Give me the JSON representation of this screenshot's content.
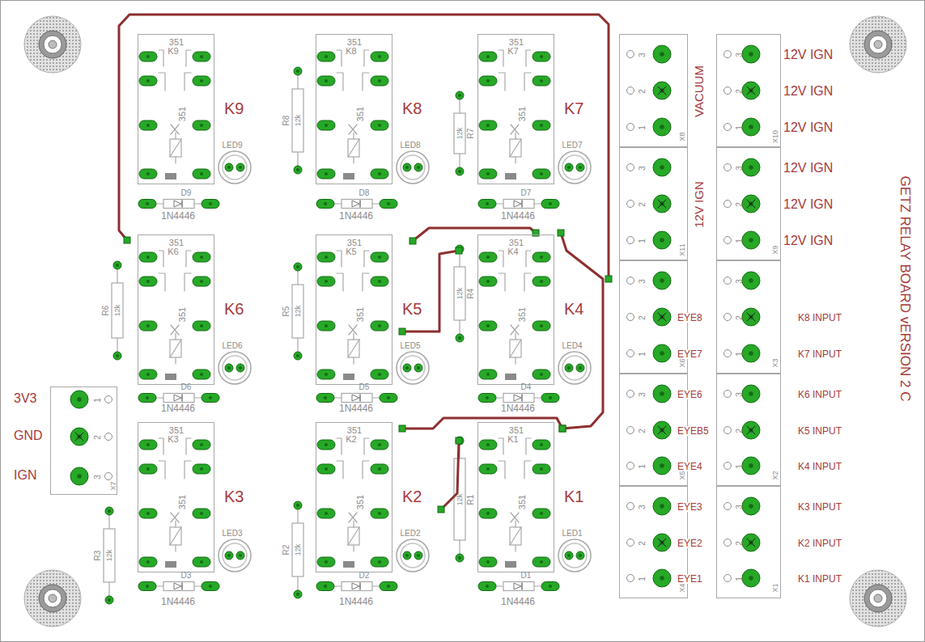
{
  "diagram": {
    "title": "GETZ RELAY BOARD vERSION 2 C",
    "nodes": [
      {
        "text": [
          "351",
          "K9",
          "351",
          "K9"
        ]
      },
      {
        "text": [
          "351",
          "K8",
          "351",
          "K8"
        ]
      },
      {
        "text": [
          "351",
          "K7",
          "351",
          "K7"
        ]
      },
      {
        "text": [
          "351",
          "K6",
          "351",
          "K6"
        ]
      },
      {
        "text": [
          "351",
          "K5",
          "351",
          "K5"
        ]
      },
      {
        "text": [
          "351",
          "K4",
          "351",
          "K4"
        ]
      },
      {
        "text": [
          "351",
          "K3",
          "351",
          "K3"
        ]
      },
      {
        "text": [
          "351",
          "K2",
          "351",
          "K2"
        ]
      },
      {
        "text": [
          "351",
          "K1",
          "351",
          "K1"
        ]
      },
      {
        "text": [
          "1",
          "2",
          "3",
          "X7",
          "3V3",
          "GND",
          "IGN"
        ]
      },
      {
        "text": [
          "3",
          "2",
          "1",
          "X8",
          "VACUUM"
        ]
      },
      {
        "text": [
          "3",
          "2",
          "1",
          "X10",
          "12V IGN",
          "12V IGN",
          "12V IGN"
        ]
      },
      {
        "text": [
          "3",
          "2",
          "1",
          "X11",
          "12V IGN"
        ]
      },
      {
        "text": [
          "3",
          "2",
          "1",
          "X9",
          "12V IGN",
          "12V IGN",
          "12V IGN"
        ]
      },
      {
        "text": [
          "3",
          "2",
          "1",
          "X6",
          "EYE8",
          "EYE7"
        ]
      },
      {
        "text": [
          "3",
          "2",
          "1",
          "X3",
          "K8 INPUT",
          "K7 INPUT"
        ]
      },
      {
        "text": [
          "3",
          "2",
          "1",
          "X5",
          "EYE6",
          "EYEB5",
          "EYE4"
        ]
      },
      {
        "text": [
          "3",
          "2",
          "1",
          "X2",
          "K6 INPUT",
          "K5 INPUT",
          "K4 INPUT"
        ]
      },
      {
        "text": [
          "3",
          "2",
          "1",
          "X4",
          "EYE3",
          "EYE2",
          "EYE1"
        ]
      },
      {
        "text": [
          "3",
          "2",
          "1",
          "X1",
          "K3 INPUT",
          "K2 INPUT",
          "K1 INPUT"
        ]
      }
    ],
    "labels": [
      "LED9",
      "D9",
      "1N4446",
      "LED8",
      "D8",
      "1N4446",
      "LED7",
      "D7",
      "1N4446",
      "LED6",
      "D6",
      "1N4446",
      "LED5",
      "D5",
      "1N4446",
      "LED4",
      "D4",
      "1N4446",
      "LED3",
      "D3",
      "1N4446",
      "LED2",
      "D2",
      "1N4446",
      "LED1",
      "D1",
      "1N4446",
      "R8",
      "12k",
      "R7",
      "12k",
      "R6",
      "12k",
      "R5",
      "12k",
      "R4",
      "12k",
      "R3",
      "12k",
      "R2",
      "12k",
      "R1",
      "12k"
    ]
  }
}
